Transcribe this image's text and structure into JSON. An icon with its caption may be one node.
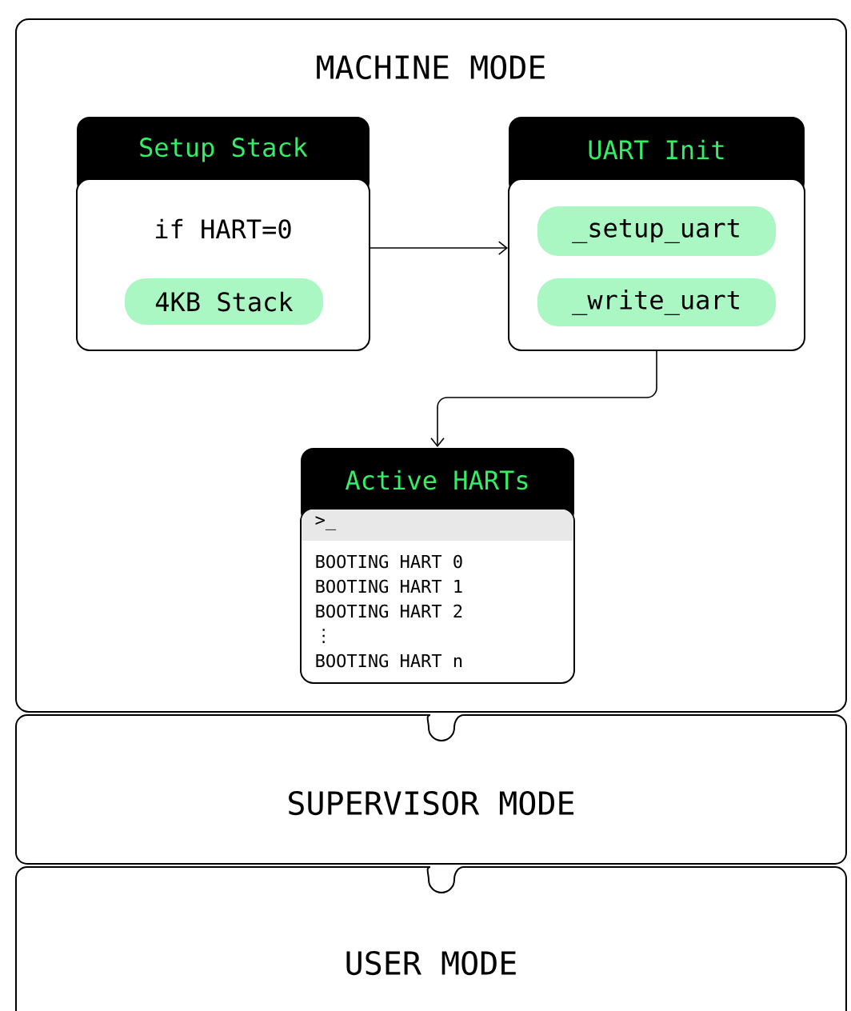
{
  "diagram": {
    "nodes": [
      {
        "text": [
          "MACHINE MODE"
        ]
      },
      {
        "text": [
          "Setup Stack",
          "if HART=0"
        ],
        "in": 0
      },
      {
        "text": [
          "4KB Stack"
        ],
        "in": 1
      },
      {
        "text": [
          "UART Init"
        ],
        "in": 0
      },
      {
        "text": [
          "_setup_uart"
        ],
        "in": 3
      },
      {
        "text": [
          "_write_uart"
        ],
        "in": 3
      },
      {
        "text": [
          "Active HARTs",
          ">_",
          "BOOTING HART 0",
          "BOOTING HART 1",
          "BOOTING HART 2",
          "⋮",
          "BOOTING HART n"
        ],
        "in": 0
      },
      {
        "text": [
          "SUPERVISOR MODE"
        ]
      },
      {
        "text": [
          "USER MODE"
        ]
      }
    ],
    "edges": [
      {
        "from": 1,
        "to": 3,
        "arrow": "to"
      },
      {
        "from": 3,
        "to": 6,
        "arrow": "to"
      }
    ]
  }
}
